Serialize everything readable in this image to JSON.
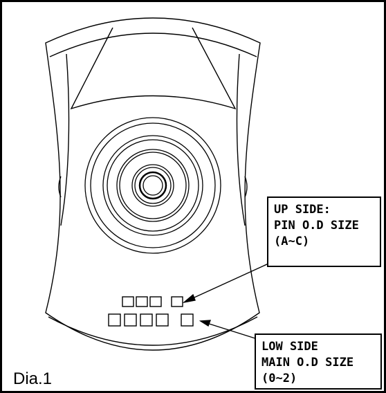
{
  "callouts": {
    "up": {
      "line1": "UP SIDE:",
      "line2": "PIN O.D SIZE",
      "line3": "(A~C)"
    },
    "low": {
      "line1": "LOW SIDE",
      "line2": "MAIN O.D SIZE",
      "line3": "(0~2)"
    }
  },
  "caption": "Dia.1",
  "code_boxes": {
    "up_side_count": 4,
    "low_side_count": 5
  },
  "colors": {
    "line": "#000000",
    "background": "#ffffff"
  }
}
